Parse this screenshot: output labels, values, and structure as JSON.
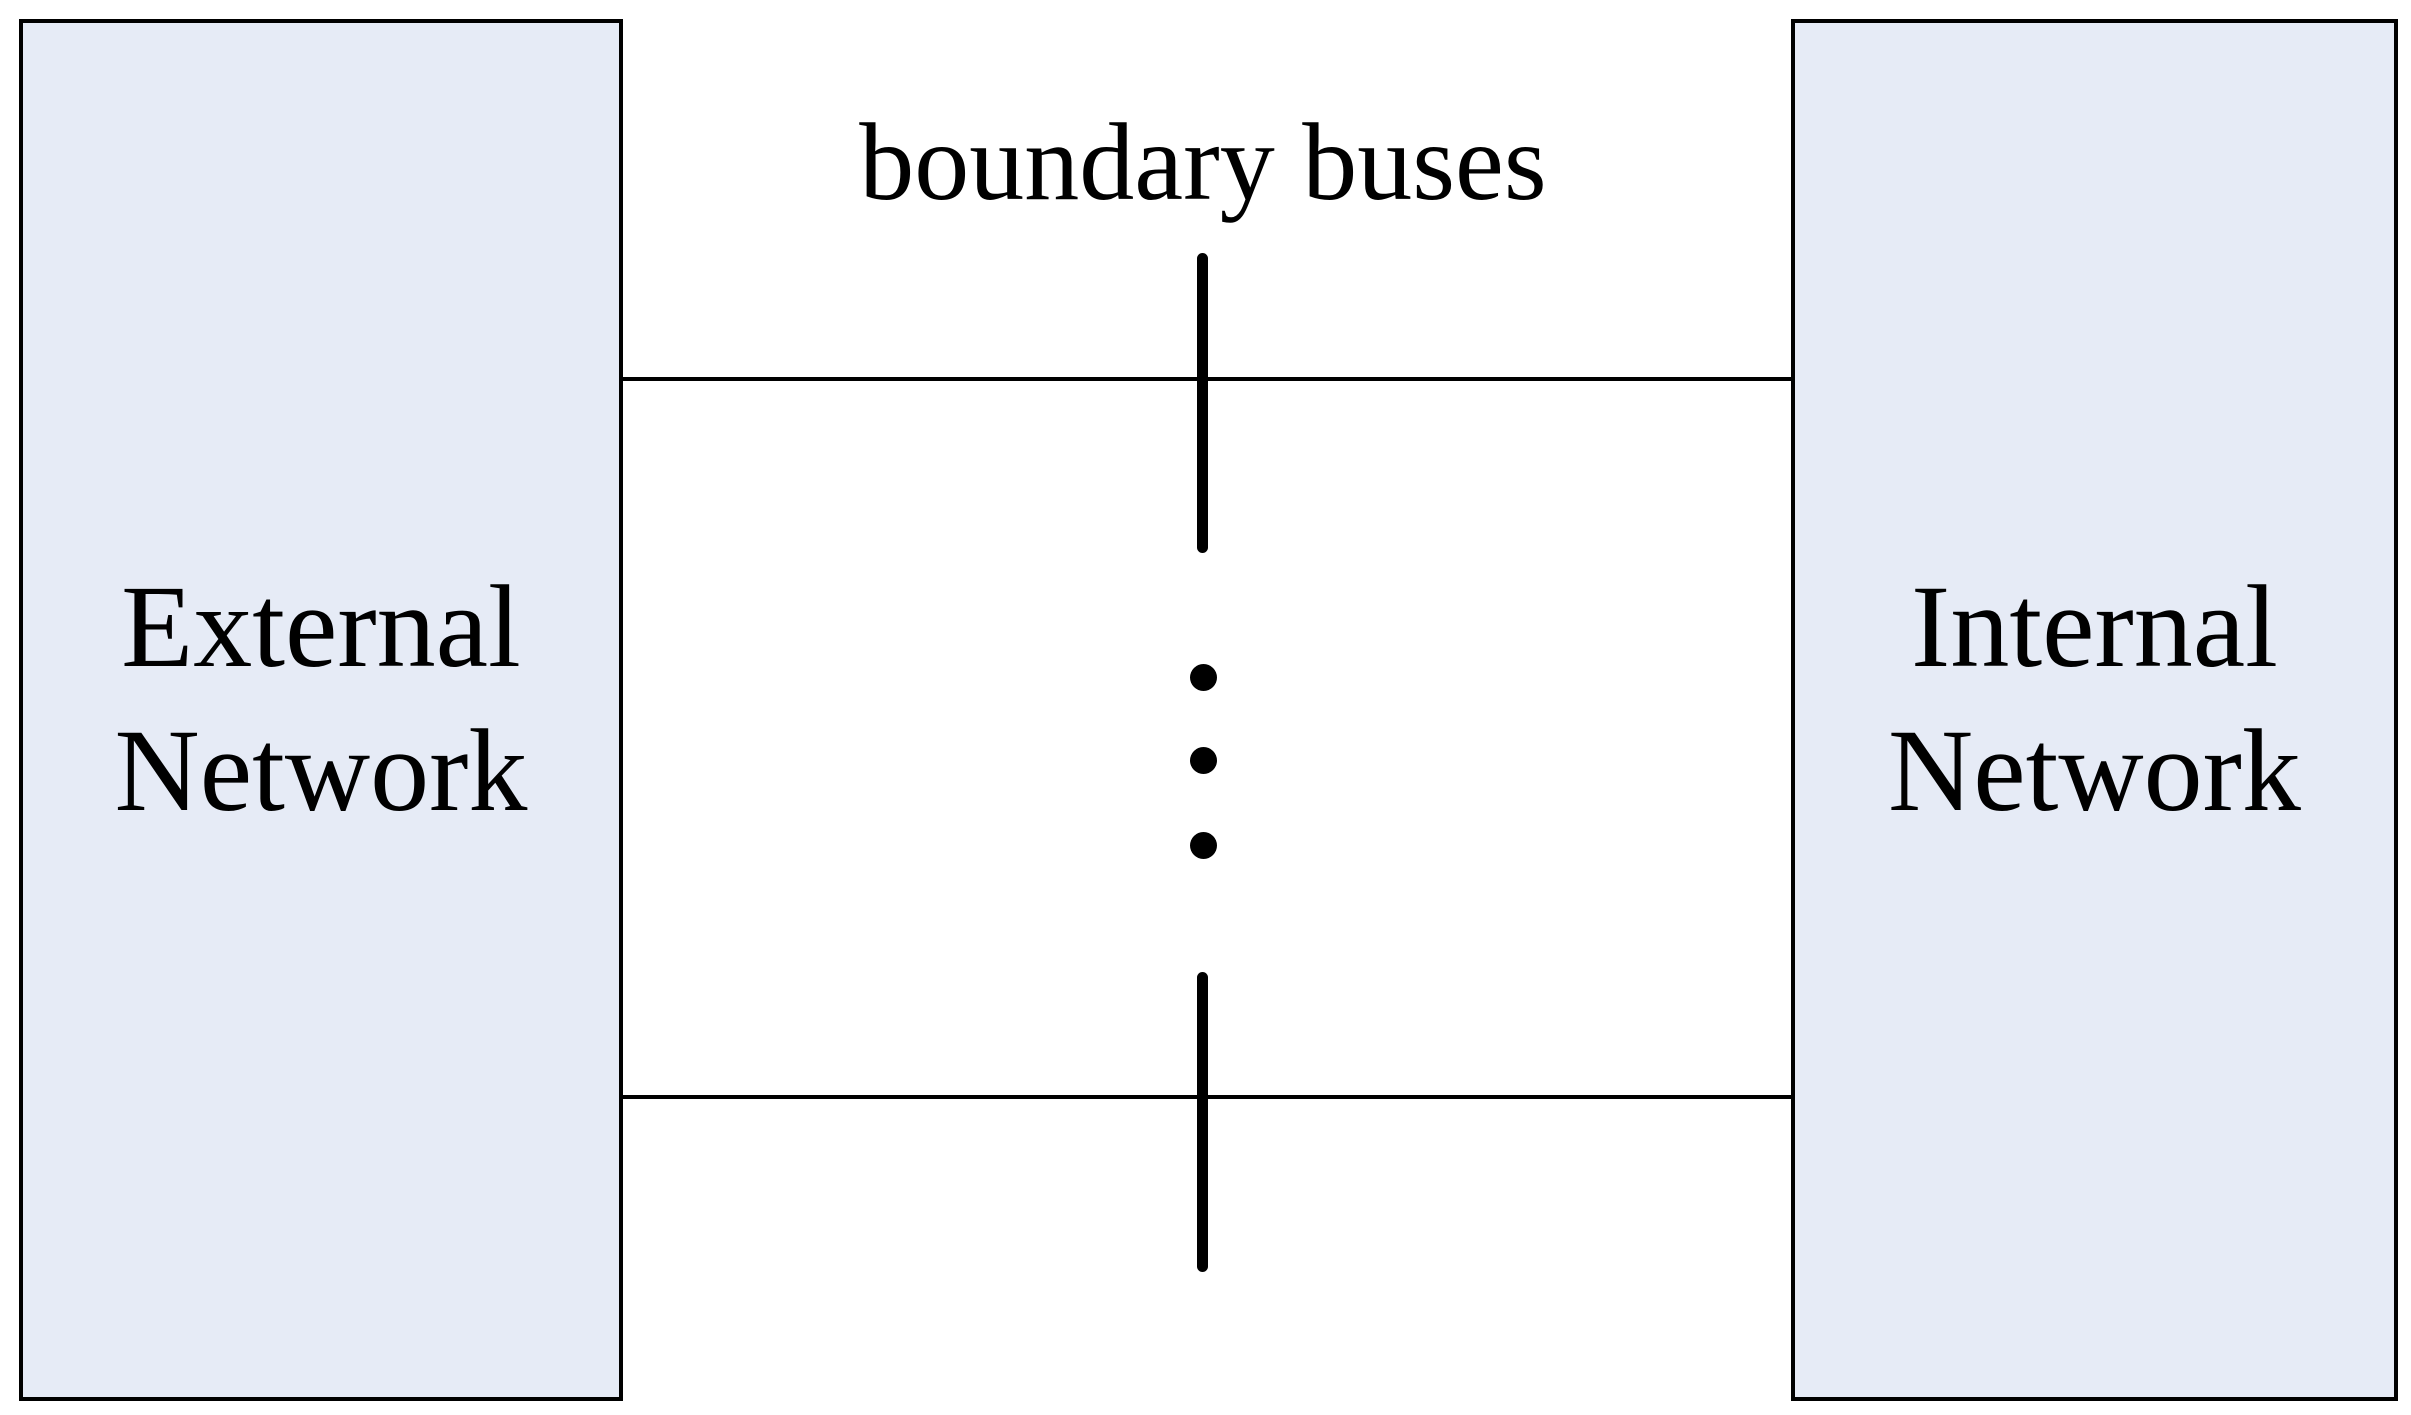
{
  "diagram": {
    "caption": "boundary buses",
    "external_box": {
      "line1": "External",
      "line2": "Network"
    },
    "internal_box": {
      "line1": "Internal",
      "line2": "Network"
    },
    "ellipsis_dot_count": 3,
    "ellipsis_dot_centers_y": [
      677,
      760,
      845
    ],
    "colors": {
      "background": "#FFFFFF",
      "box_fill": "#E6EBF6",
      "box_border": "#000000",
      "connection_line": "#000000",
      "bus_bar": "#000000",
      "text": "#000000"
    }
  }
}
